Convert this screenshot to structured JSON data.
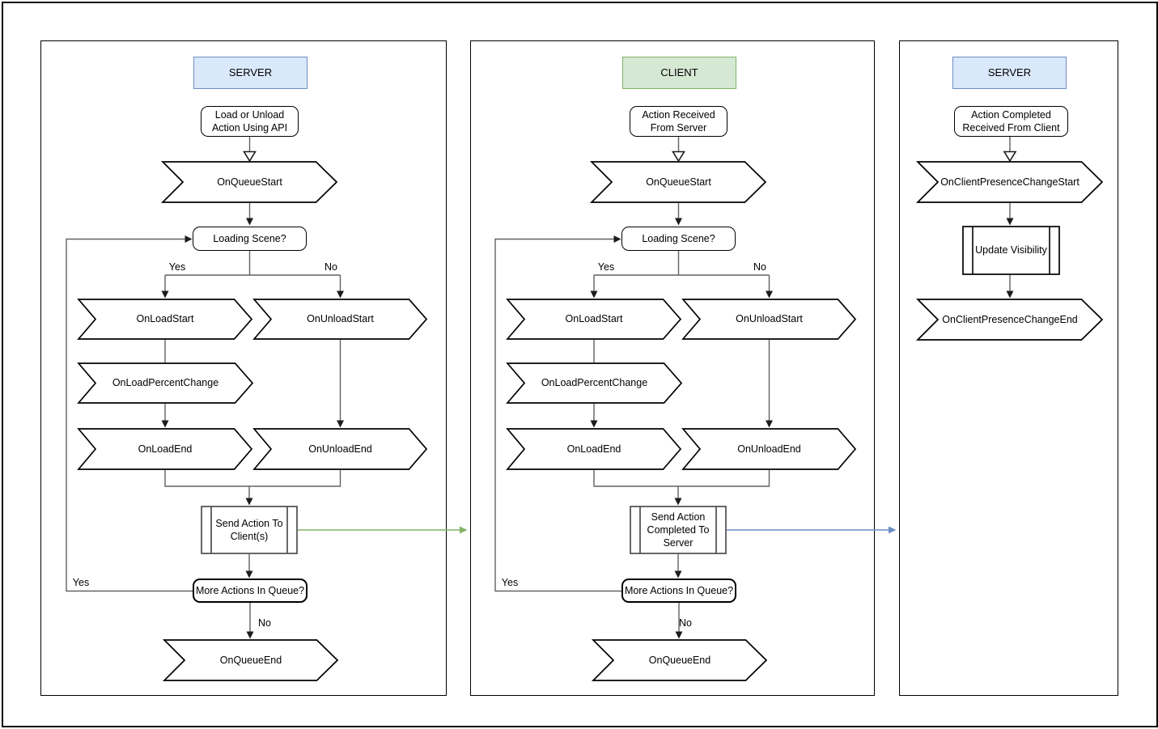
{
  "colors": {
    "server_header_fill": "#dae8fc",
    "server_header_stroke": "#6c8ebf",
    "client_header_fill": "#d5e8d4",
    "client_header_stroke": "#82b366",
    "server_to_client_arrow": "#82b366",
    "client_to_server_arrow": "#6c8ebf",
    "shape_fill": "#ffffff",
    "shape_stroke": "#000000"
  },
  "panels": {
    "left": {
      "header": "SERVER",
      "start": "Load or Unload Action Using API",
      "on_queue_start": "OnQueueStart",
      "loading_scene": "Loading Scene?",
      "yes": "Yes",
      "no": "No",
      "on_load_start": "OnLoadStart",
      "on_unload_start": "OnUnloadStart",
      "on_load_percent_change": "OnLoadPercentChange",
      "on_load_end": "OnLoadEnd",
      "on_unload_end": "OnUnloadEnd",
      "send_action": "Send Action To Client(s)",
      "more_actions": "More Actions In Queue?",
      "loop_yes": "Yes",
      "end_no": "No",
      "on_queue_end": "OnQueueEnd"
    },
    "middle": {
      "header": "CLIENT",
      "start": "Action Received From Server",
      "on_queue_start": "OnQueueStart",
      "loading_scene": "Loading Scene?",
      "yes": "Yes",
      "no": "No",
      "on_load_start": "OnLoadStart",
      "on_unload_start": "OnUnloadStart",
      "on_load_percent_change": "OnLoadPercentChange",
      "on_load_end": "OnLoadEnd",
      "on_unload_end": "OnUnloadEnd",
      "send_action": "Send Action Completed To Server",
      "more_actions": "More Actions In Queue?",
      "loop_yes": "Yes",
      "end_no": "No",
      "on_queue_end": "OnQueueEnd"
    },
    "right": {
      "header": "SERVER",
      "start": "Action Completed Received From Client",
      "change_start": "OnClientPresenceChangeStart",
      "update_visibility": "Update Visibility",
      "change_end": "OnClientPresenceChangeEnd"
    }
  }
}
